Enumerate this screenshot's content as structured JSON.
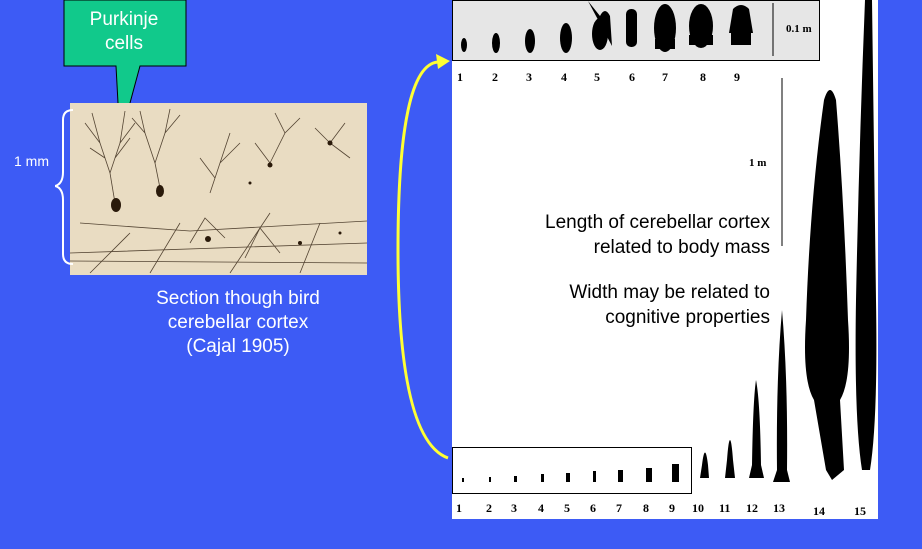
{
  "callout": {
    "label_line1": "Purkinje",
    "label_line2": "cells",
    "fill_color": "#11C98B"
  },
  "micrograph": {
    "scale_label": "1 mm",
    "caption_line1": "Section though bird",
    "caption_line2": "cerebellar cortex",
    "caption_line3": "(Cajal 1905)"
  },
  "comparison": {
    "top_scale_label": "0.1 m",
    "main_scale_label": "1 m",
    "top_row_labels": [
      "1",
      "2",
      "3",
      "4",
      "5",
      "6",
      "7",
      "8",
      "9"
    ],
    "bottom_row_labels": [
      "1",
      "2",
      "3",
      "4",
      "5",
      "6",
      "7",
      "8",
      "9",
      "10",
      "11",
      "12",
      "13",
      "14",
      "15"
    ],
    "caption_length_line1": "Length of cerebellar cortex",
    "caption_length_line2": "related to body mass",
    "caption_width_line1": "Width may be related to",
    "caption_width_line2": "cognitive properties"
  },
  "colors": {
    "background": "#3D5BF5",
    "arrow": "#FFFF33",
    "silhouette": "#000000"
  }
}
